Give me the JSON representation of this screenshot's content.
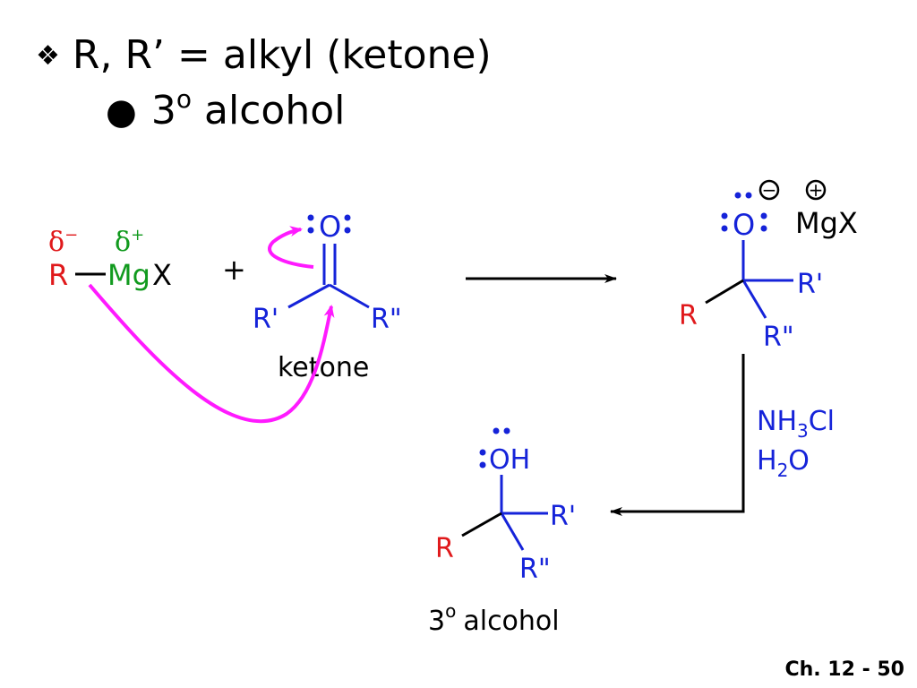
{
  "colors": {
    "red": "#e0191b",
    "green": "#119a1e",
    "blue": "#1523d9",
    "magenta": "#ff1aff",
    "black": "#000000"
  },
  "header": {
    "line1_bullet": "❖",
    "line1_text": "R, R’ = alkyl (ketone)",
    "line2_bullet": "●",
    "line2_number": "3",
    "line2_sup": "o",
    "line2_text": "alcohol"
  },
  "reactant": {
    "delta_minus": "δ",
    "delta_minus_sign": "−",
    "delta_plus": "δ",
    "delta_plus_sign": "+",
    "r": "R",
    "mg": "Mg",
    "x": "X",
    "plus": "+"
  },
  "ketone": {
    "oxygen": "O",
    "r_prime": "R'",
    "r_double_prime": "R\"",
    "label": "ketone"
  },
  "intermediate": {
    "oxygen": "O",
    "minus_charge": "−",
    "plus_charge": "+",
    "mgx": "MgX",
    "r": "R",
    "r_prime": "R'",
    "r_double_prime": "R\""
  },
  "reagents": {
    "line1_nh": "NH",
    "line1_sub": "3",
    "line1_cl": "Cl",
    "line2_h": "H",
    "line2_sub": "2",
    "line2_o": "O"
  },
  "product": {
    "oh": "OH",
    "r": "R",
    "r_prime": "R'",
    "r_double_prime": "R\"",
    "label_number": "3",
    "label_sup": "o",
    "label_text": "alcohol"
  },
  "footer": {
    "slide_label": "Ch. 12 - 50"
  }
}
